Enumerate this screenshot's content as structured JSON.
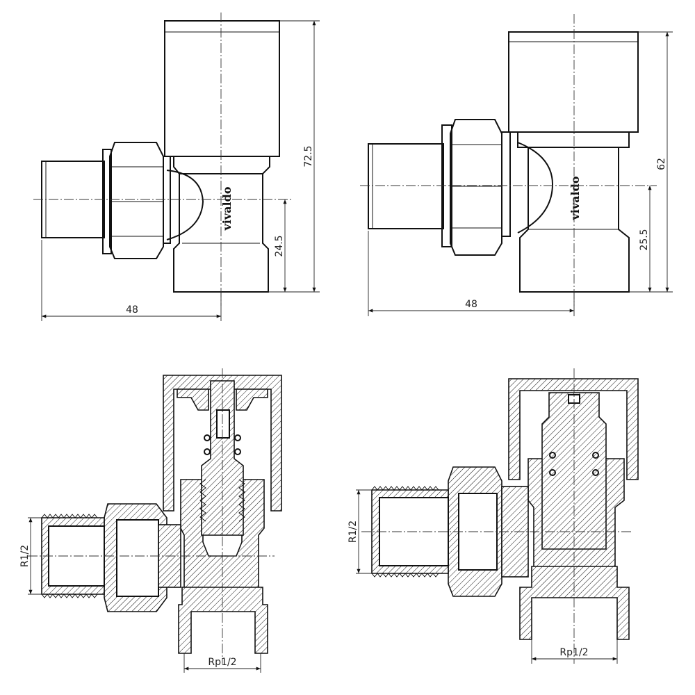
{
  "brand": "vivaldo",
  "views": {
    "top_left": {
      "height_total": "72.5",
      "height_center": "24.5",
      "width": "48"
    },
    "top_right": {
      "height_total": "62",
      "height_center": "25.5",
      "width": "48"
    },
    "bottom_left": {
      "inlet": "R1/2",
      "outlet": "Rp1/2"
    },
    "bottom_right": {
      "inlet": "R1/2",
      "outlet": "Rp1/2"
    }
  }
}
